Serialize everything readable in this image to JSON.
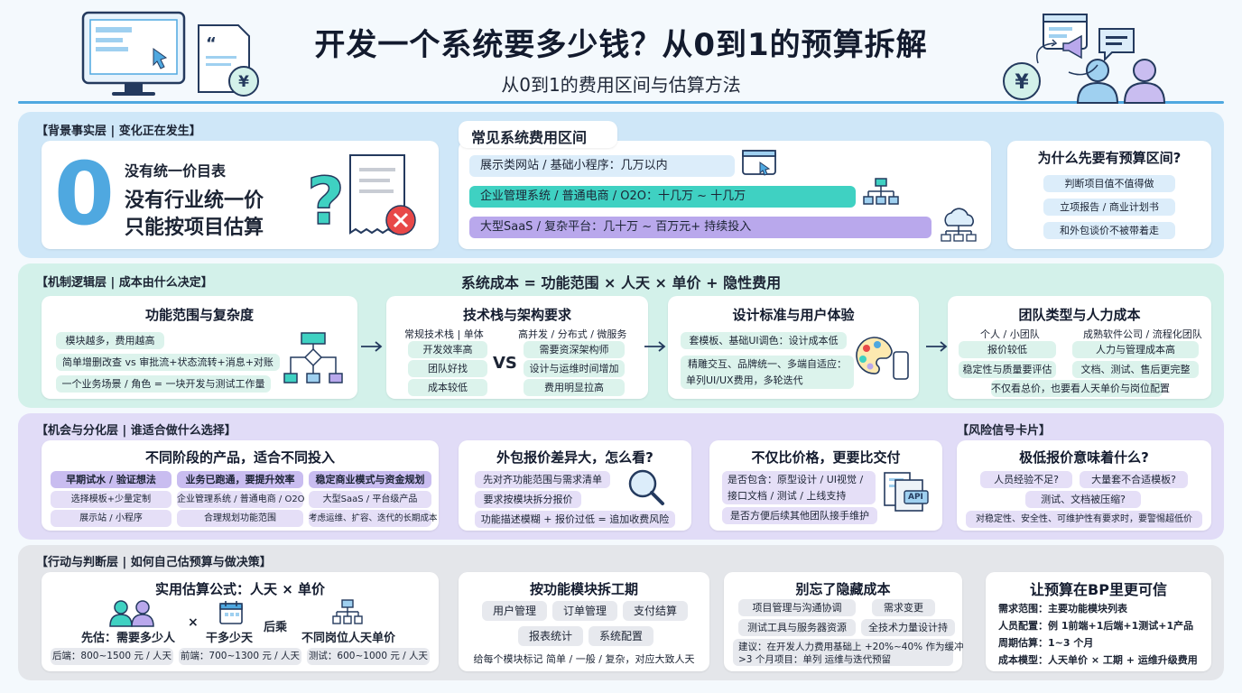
{
  "header": {
    "title": "开发一个系统要多少钱？从0到1的预算拆解",
    "subtitle": "从0到1的费用区间与估算方法"
  },
  "layer1": {
    "tag": "【背景事实层 | 变化正在发生】",
    "big_digit": "0",
    "line1": "没有统一价目表",
    "line2": "没有行业统一价",
    "line3": "只能按项目估算",
    "range_title": "常见系统费用区间",
    "ranges": [
      "展示类网站 / 基础小程序：几万以内",
      "企业管理系统 / 普通电商 / O2O：十几万 ~ 十几万",
      "大型SaaS / 复杂平台：几十万 ~ 百万元+ 持续投入"
    ],
    "why_title": "为什么先要有预算区间?",
    "why": [
      "判断项目值不值得做",
      "立项报告 / 商业计划书",
      "和外包谈价不被带着走"
    ]
  },
  "layer2": {
    "tag": "【机制逻辑层 | 成本由什么决定】",
    "formula": "系统成本 = 功能范围 × 人天 × 单价 + 隐性费用",
    "c1": {
      "title": "功能范围与复杂度",
      "items": [
        "模块越多，费用越高",
        "简单增删改查 vs 审批流+状态流转+消息+对账",
        "一个业务场景 / 角色 = 一块开发与测试工作量"
      ]
    },
    "c2": {
      "title": "技术栈与架构要求",
      "left_head": "常规技术栈 | 单体",
      "left": [
        "开发效率高",
        "团队好找",
        "成本较低"
      ],
      "vs": "VS",
      "right_head": "高并发 / 分布式 / 微服务",
      "right": [
        "需要资深架构师",
        "设计与运维时间增加",
        "费用明显拉高"
      ]
    },
    "c3": {
      "title": "设计标准与用户体验",
      "items": [
        "套模板、基础UI调色：设计成本低",
        "精雕交互、品牌统一、多端自适应：",
        "单列UI/UX费用，多轮迭代"
      ]
    },
    "c4": {
      "title": "团队类型与人力成本",
      "left_head": "个人 / 小团队",
      "right_head": "成熟软件公司 / 流程化团队",
      "left": [
        "报价较低",
        "稳定性与质量要评估"
      ],
      "right": [
        "人力与管理成本高",
        "文档、测试、售后更完整"
      ],
      "foot": "不仅看总价，也要看人天单价与岗位配置"
    }
  },
  "layer3": {
    "tag": "【机会与分化层 | 谁适合做什么选择】",
    "risk_tag": "【风险信号卡片】",
    "c1": {
      "title": "不同阶段的产品，适合不同投入",
      "heads": [
        "早期试水 / 验证想法",
        "业务已跑通，要提升效率",
        "稳定商业模式与资金规划"
      ],
      "row2": [
        "选择模板+少量定制",
        "企业管理系统 / 普通电商 / O2O",
        "大型SaaS / 平台级产品"
      ],
      "row3": [
        "展示站 / 小程序",
        "合理规划功能范围",
        "考虑运维、扩容、迭代的长期成本"
      ]
    },
    "c2": {
      "title": "外包报价差异大，怎么看?",
      "items": [
        "先对齐功能范围与需求清单",
        "要求按模块拆分报价",
        "功能描述模糊 + 报价过低 = 追加收费风险"
      ]
    },
    "c3": {
      "title": "不仅比价格，更要比交付",
      "items": [
        "是否包含：原型设计 / UI视觉 /",
        "接口文档 / 测试 / 上线支持",
        "是否方便后续其他团队接手维护"
      ],
      "api": "API"
    },
    "c4": {
      "title": "极低报价意味着什么?",
      "items": [
        "人员经验不足?",
        "大量套不合适模板?",
        "测试、文档被压缩?"
      ],
      "foot": "对稳定性、安全性、可维护性有要求时，要警惕超低价"
    }
  },
  "layer4": {
    "tag": "【行动与判断层 | 如何自己估预算与做决策】",
    "c1": {
      "title": "实用估算公式：人天 × 单价",
      "a": "先估：需要多少人",
      "x": "×",
      "b": "干多少天",
      "c": "后乘",
      "d": "不同岗位人天单价",
      "rates": [
        "后端：800~1500 元 / 人天",
        "前端：700~1300 元 / 人天",
        "测试：600~1000 元 / 人天"
      ]
    },
    "c2": {
      "title": "按功能模块拆工期",
      "mods": [
        "用户管理",
        "订单管理",
        "支付结算",
        "报表统计",
        "系统配置"
      ],
      "foot": "给每个模块标记 简单 / 一般 / 复杂，对应大致人天"
    },
    "c3": {
      "title": "别忘了隐藏成本",
      "items": [
        "项目管理与沟通协调",
        "需求变更",
        "测试工具与服务器资源",
        "全技术力量设计持"
      ],
      "foot1": "建议：在开发人力费用基础上 +20%~40% 作为缓冲",
      "foot2": ">3 个月项目：单列 运维与迭代预留"
    },
    "c4": {
      "title": "让预算在BP里更可信",
      "lines": [
        "需求范围：主要功能模块列表",
        "人员配置：例 1前端+1后端+1测试+1产品",
        "周期估算：1~3 个月",
        "成本模型：人天单价 × 工期 + 运维升级费用"
      ]
    }
  },
  "colors": {
    "accent": "#4fa8e0",
    "teal": "#3fd1c2",
    "purple": "#b9a8ec",
    "red": "#e84848"
  }
}
